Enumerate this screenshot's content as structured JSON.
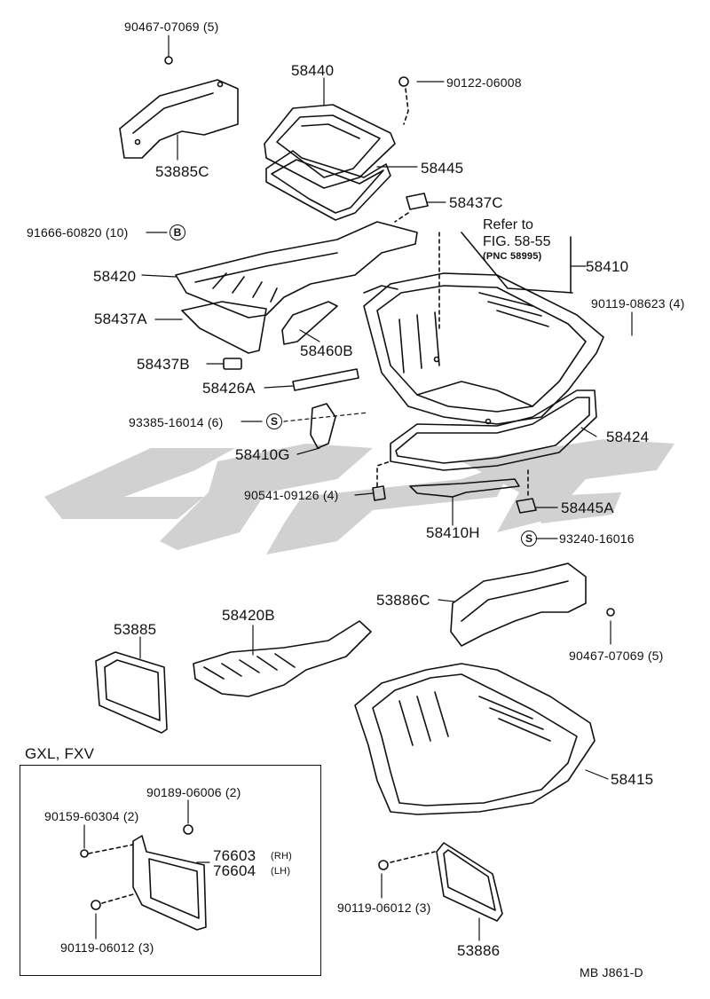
{
  "labels": {
    "p90467_top": "90467-07069 (5)",
    "p58440": "58440",
    "p90122": "90122-06008",
    "p53885c": "53885C",
    "p58445": "58445",
    "p58437c": "58437C",
    "p91666": "91666-60820 (10)",
    "p58420": "58420",
    "p58410": "58410",
    "p90119_08623": "90119-08623 (4)",
    "p58437a": "58437A",
    "p58460b": "58460B",
    "p58437b": "58437B",
    "p58426a": "58426A",
    "p93385": "93385-16014 (6)",
    "p58424": "58424",
    "p58410g": "58410G",
    "p90541": "90541-09126 (4)",
    "p58445a": "58445A",
    "p58410h": "58410H",
    "p93240": "93240-16016",
    "p53886c": "53886C",
    "p53885": "53885",
    "p58420b": "58420B",
    "p90467_mid": "90467-07069 (5)",
    "p58415": "58415",
    "p90189": "90189-06006 (2)",
    "p90159": "90159-60304 (2)",
    "p76603": "76603",
    "p76604": "76604",
    "rh": "(RH)",
    "lh": "(LH)",
    "p90119_box": "90119-06012 (3)",
    "p90119_right": "90119-06012 (3)",
    "p53886": "53886",
    "gxl": "GXL, FXV",
    "footer": "MB  J861-D",
    "refer_line1": "Refer to",
    "refer_line2": "FIG. 58-55",
    "refer_pnc": "(PNC 58995)",
    "circle_b": "B",
    "circle_s1": "S",
    "circle_s2": "S"
  },
  "watermark_color": "#c9c9c9"
}
